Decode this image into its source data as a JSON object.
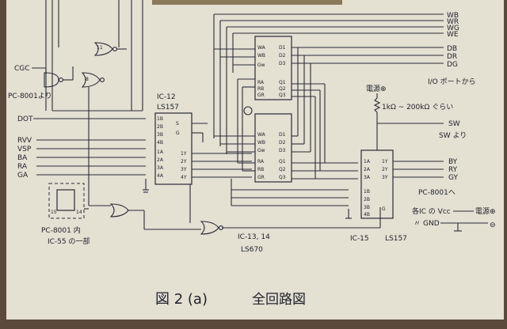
{
  "inputs_left": {
    "cgc": "CGC",
    "pc_from": "PC-8001より",
    "dot": "DOT",
    "rvv": "RVV",
    "vsp": "VSP",
    "ba": "BA",
    "ra": "RA",
    "ga": "GA"
  },
  "ic12": {
    "name": "IC-12",
    "part": "LS157"
  },
  "ic1314": {
    "name": "IC-13, 14",
    "part": "LS670"
  },
  "ic15": {
    "name": "IC-15",
    "part": "LS157"
  },
  "ic55": {
    "line1": "PC-8001 内",
    "line2": "IC-55 の一部"
  },
  "io_port": "I/O ポートから",
  "power": "電源⊕",
  "resistor": "1kΩ ~ 200kΩ ぐらい",
  "sw": "SW",
  "sw_from": "SW より",
  "pc_to": "PC-8001へ",
  "vcc_note": "各IC の Vcc",
  "power_plus": "電源⊕",
  "gnd": "GND",
  "ditto": "〃",
  "power_minus": "⊖",
  "outputs_right_top": [
    "WB",
    "WR",
    "WG",
    "WE",
    "DB",
    "DR",
    "DG"
  ],
  "outputs_right_mid": [
    "BY",
    "RY",
    "GY"
  ],
  "caption": {
    "fig": "図 2 (a)",
    "name": "全回路図"
  }
}
